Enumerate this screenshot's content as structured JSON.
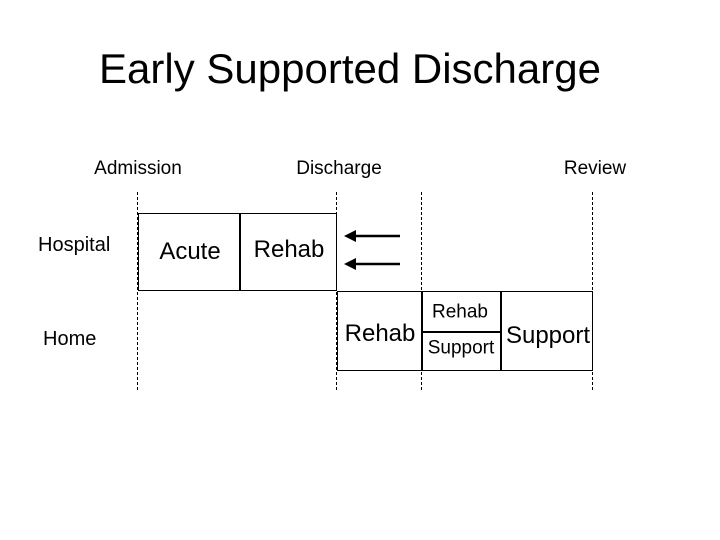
{
  "title": "Early Supported Discharge",
  "timeline": {
    "markers": [
      {
        "label": "Admission"
      },
      {
        "label": "Discharge"
      },
      {
        "label": "Review"
      }
    ]
  },
  "rows": [
    {
      "label": "Hospital"
    },
    {
      "label": "Home"
    }
  ],
  "phases": {
    "hospital": [
      {
        "label": "Acute"
      },
      {
        "label": "Rehab"
      }
    ],
    "home": {
      "rehab": {
        "label": "Rehab"
      },
      "rehab_support": [
        {
          "label": "Rehab"
        },
        {
          "label": "Support"
        }
      ],
      "support": {
        "label": "Support"
      }
    }
  },
  "icons": {
    "transfer_arrows": "left-arrow"
  },
  "colors": {
    "background": "#ffffff",
    "ink": "#000000"
  }
}
